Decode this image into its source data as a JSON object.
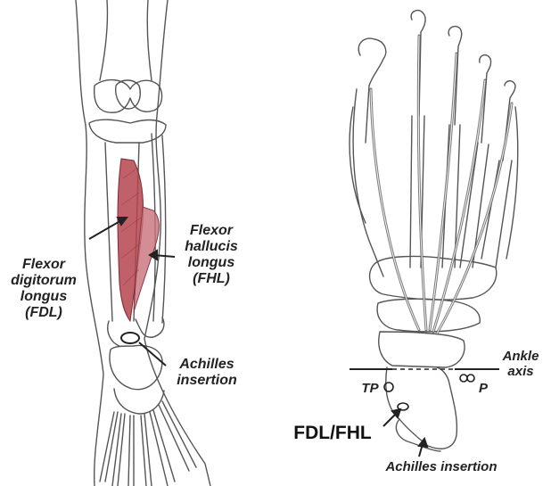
{
  "left_panel": {
    "fdl_label": [
      "Flexor",
      "digitorum",
      "longus",
      "(FDL)"
    ],
    "fhl_label": [
      "Flexor",
      "hallucis",
      "longus",
      "(FHL)"
    ],
    "achilles_label": [
      "Achilles",
      "insertion"
    ]
  },
  "right_panel": {
    "ankle_axis_label": [
      "Ankle",
      "axis"
    ],
    "tp_label": "TP",
    "p_label": "P",
    "fdl_fhl_label": "FDL/FHL",
    "achilles_label": "Achilles insertion"
  },
  "colors": {
    "muscle": "#b5444f",
    "outline": "#555555",
    "ink": "#222222"
  }
}
